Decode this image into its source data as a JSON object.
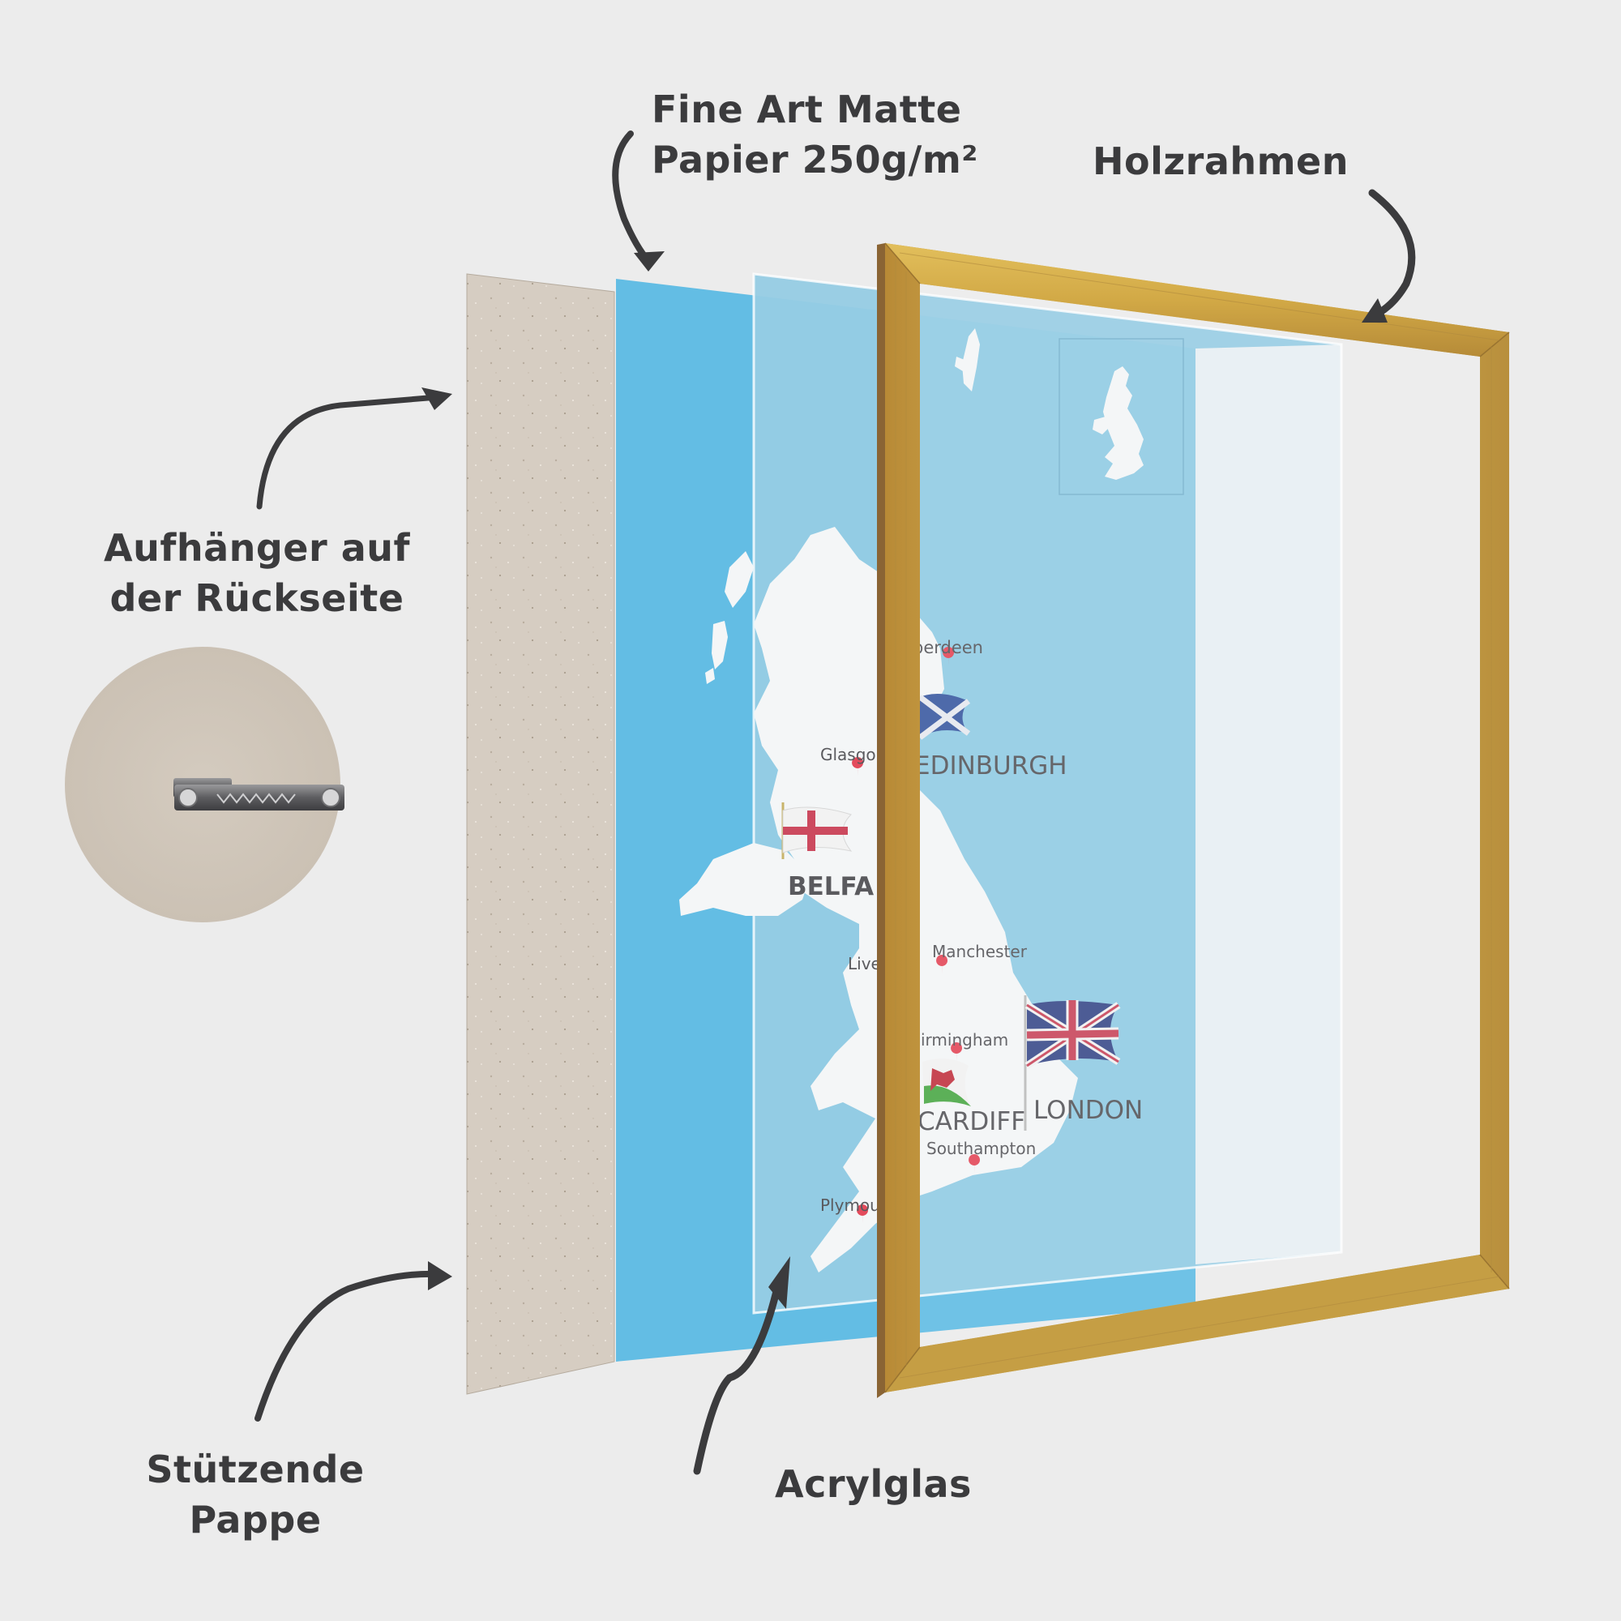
{
  "title": "Exploded view of framed poster layers",
  "colors": {
    "background": "#ececec",
    "label_text": "#3b3b3d",
    "arrow": "#3b3b3d",
    "cardboard": "#d6cdc2",
    "paper_blue": "#63bde4",
    "map_sea": "#96cce4",
    "map_land": "#f4f6f7",
    "frame_gold": "#d9b24c",
    "frame_gold_dark": "#a87f32",
    "frame_side": "#8a6434",
    "pin_red": "#e34b5c",
    "acrylic_edge": "#ffffff"
  },
  "labels": {
    "paper": {
      "line1": "Fine Art Matte",
      "line2": "Papier 250g/m²"
    },
    "frame": {
      "line1": "Holzrahmen"
    },
    "hanger": {
      "line1": "Aufhänger auf",
      "line2": "der Rückseite"
    },
    "backing": {
      "line1": "Stützende",
      "line2": "Pappe"
    },
    "acrylic": {
      "line1": "Acrylglas"
    }
  },
  "layers": [
    {
      "id": "backing-board",
      "name": "Stützende Pappe"
    },
    {
      "id": "paper-print",
      "name": "Fine Art Matte Papier 250g/m²"
    },
    {
      "id": "acrylic-glass",
      "name": "Acrylglas"
    },
    {
      "id": "wooden-frame",
      "name": "Holzrahmen"
    }
  ],
  "hanger_detail": {
    "description": "Sawtooth hanger on back cardboard"
  },
  "map": {
    "cities": [
      {
        "name": "Aberdeen",
        "visible_text": "berdeen",
        "type": "small"
      },
      {
        "name": "Edinburgh",
        "visible_text": "EDINBURGH",
        "type": "capital",
        "flag": "scotland"
      },
      {
        "name": "Glasgow",
        "visible_text": "Glasgo",
        "type": "small"
      },
      {
        "name": "Belfast",
        "visible_text": "BELFA",
        "type": "capital",
        "flag": "northern-ireland"
      },
      {
        "name": "Liverpool",
        "visible_text": "Live",
        "type": "small"
      },
      {
        "name": "Manchester",
        "visible_text": "Manchester",
        "type": "small"
      },
      {
        "name": "Birmingham",
        "visible_text": "irmingham",
        "type": "small"
      },
      {
        "name": "Cardiff",
        "visible_text": "CARDIFF",
        "type": "capital",
        "flag": "wales"
      },
      {
        "name": "London",
        "visible_text": "LONDON",
        "type": "capital",
        "flag": "united-kingdom"
      },
      {
        "name": "Southampton",
        "visible_text": "Southampton",
        "type": "small"
      },
      {
        "name": "Plymouth",
        "visible_text": "Plymou",
        "type": "small"
      }
    ]
  }
}
